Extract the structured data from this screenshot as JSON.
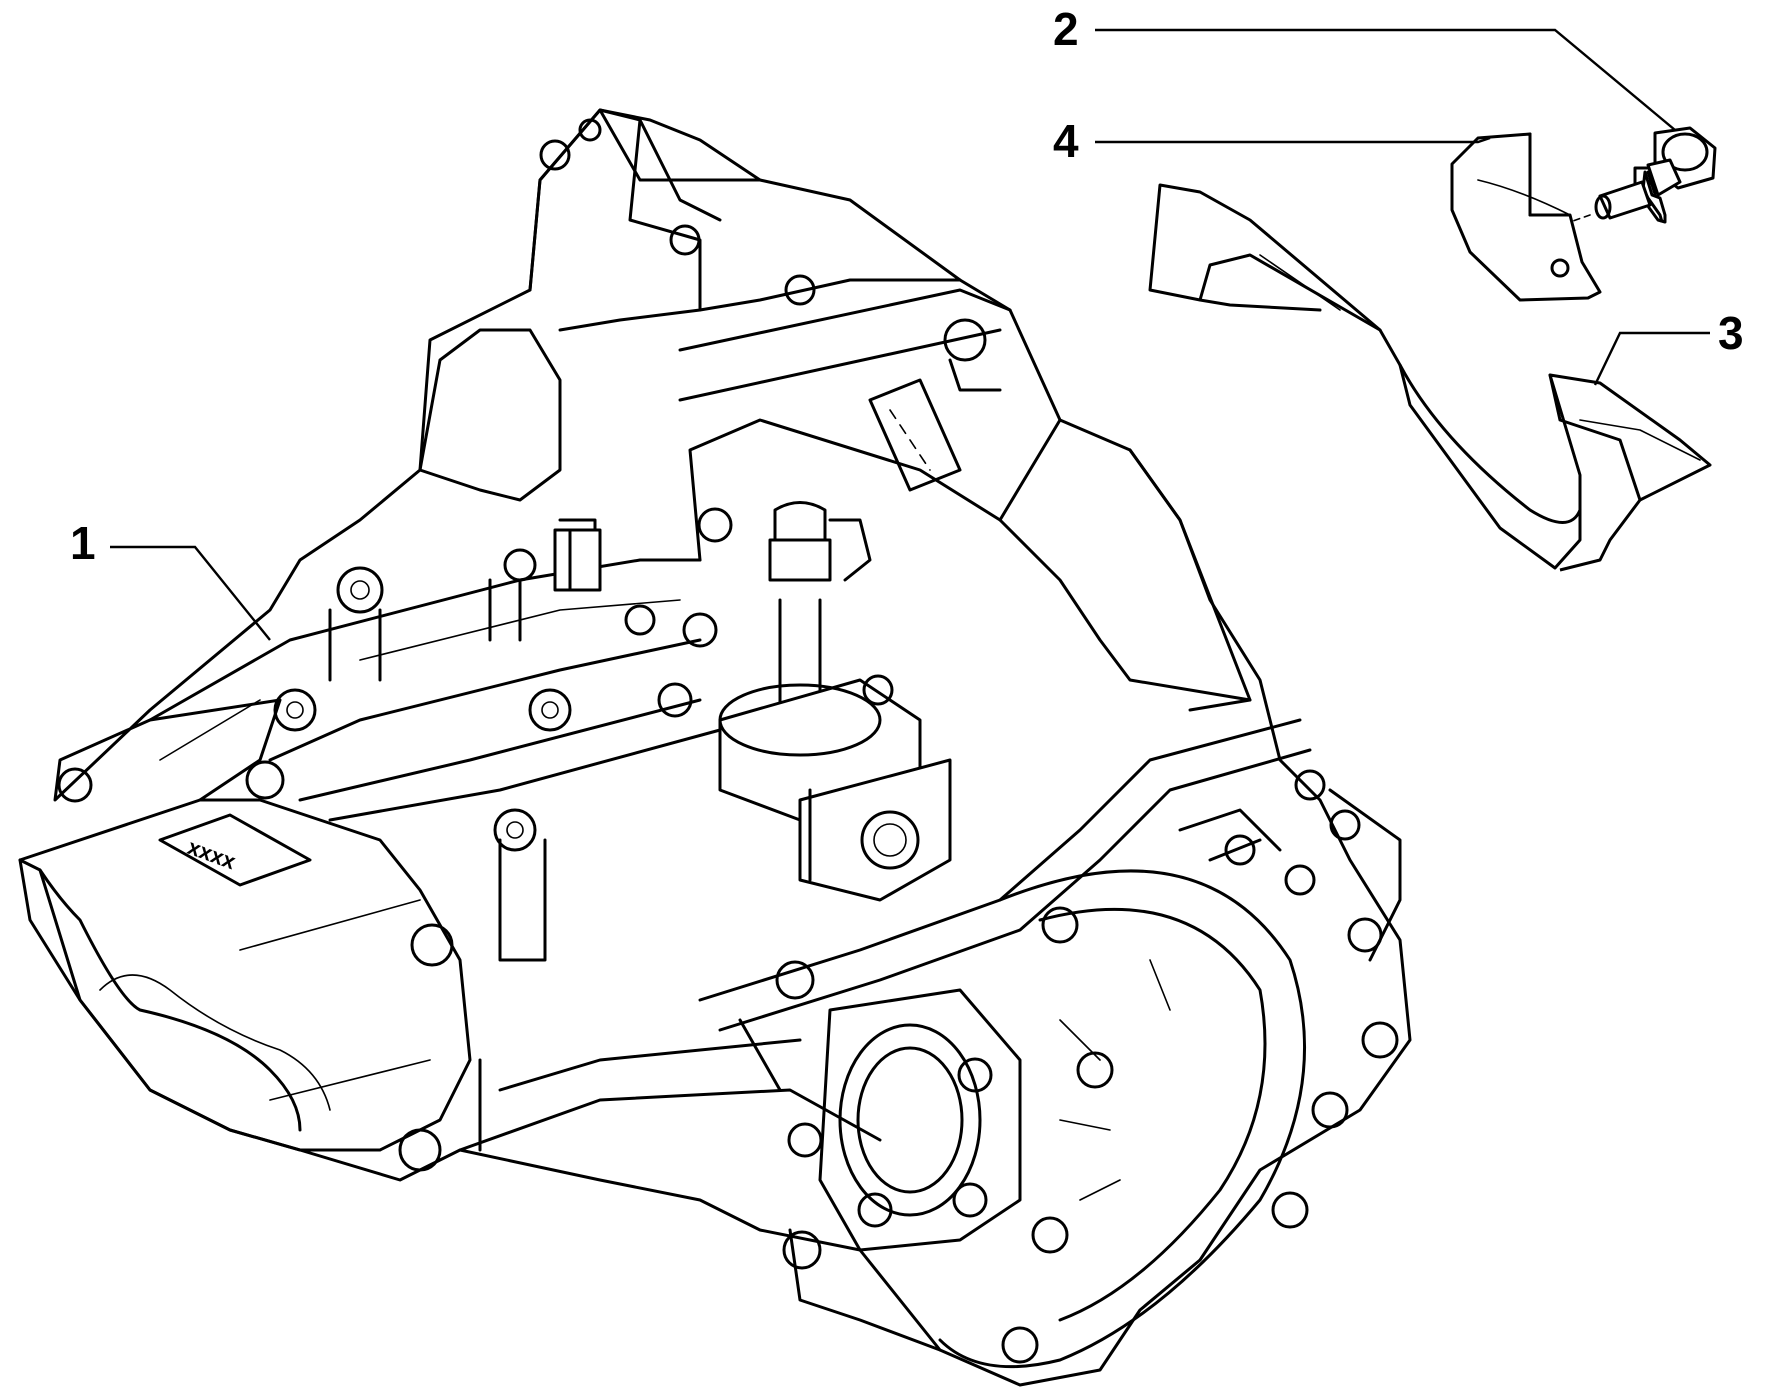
{
  "diagram": {
    "callouts": [
      {
        "id": "1",
        "label": "1"
      },
      {
        "id": "2",
        "label": "2"
      },
      {
        "id": "3",
        "label": "3"
      },
      {
        "id": "4",
        "label": "4"
      }
    ],
    "housing_marking": "xxxx",
    "line_color": "#000000",
    "background_color": "#ffffff"
  }
}
